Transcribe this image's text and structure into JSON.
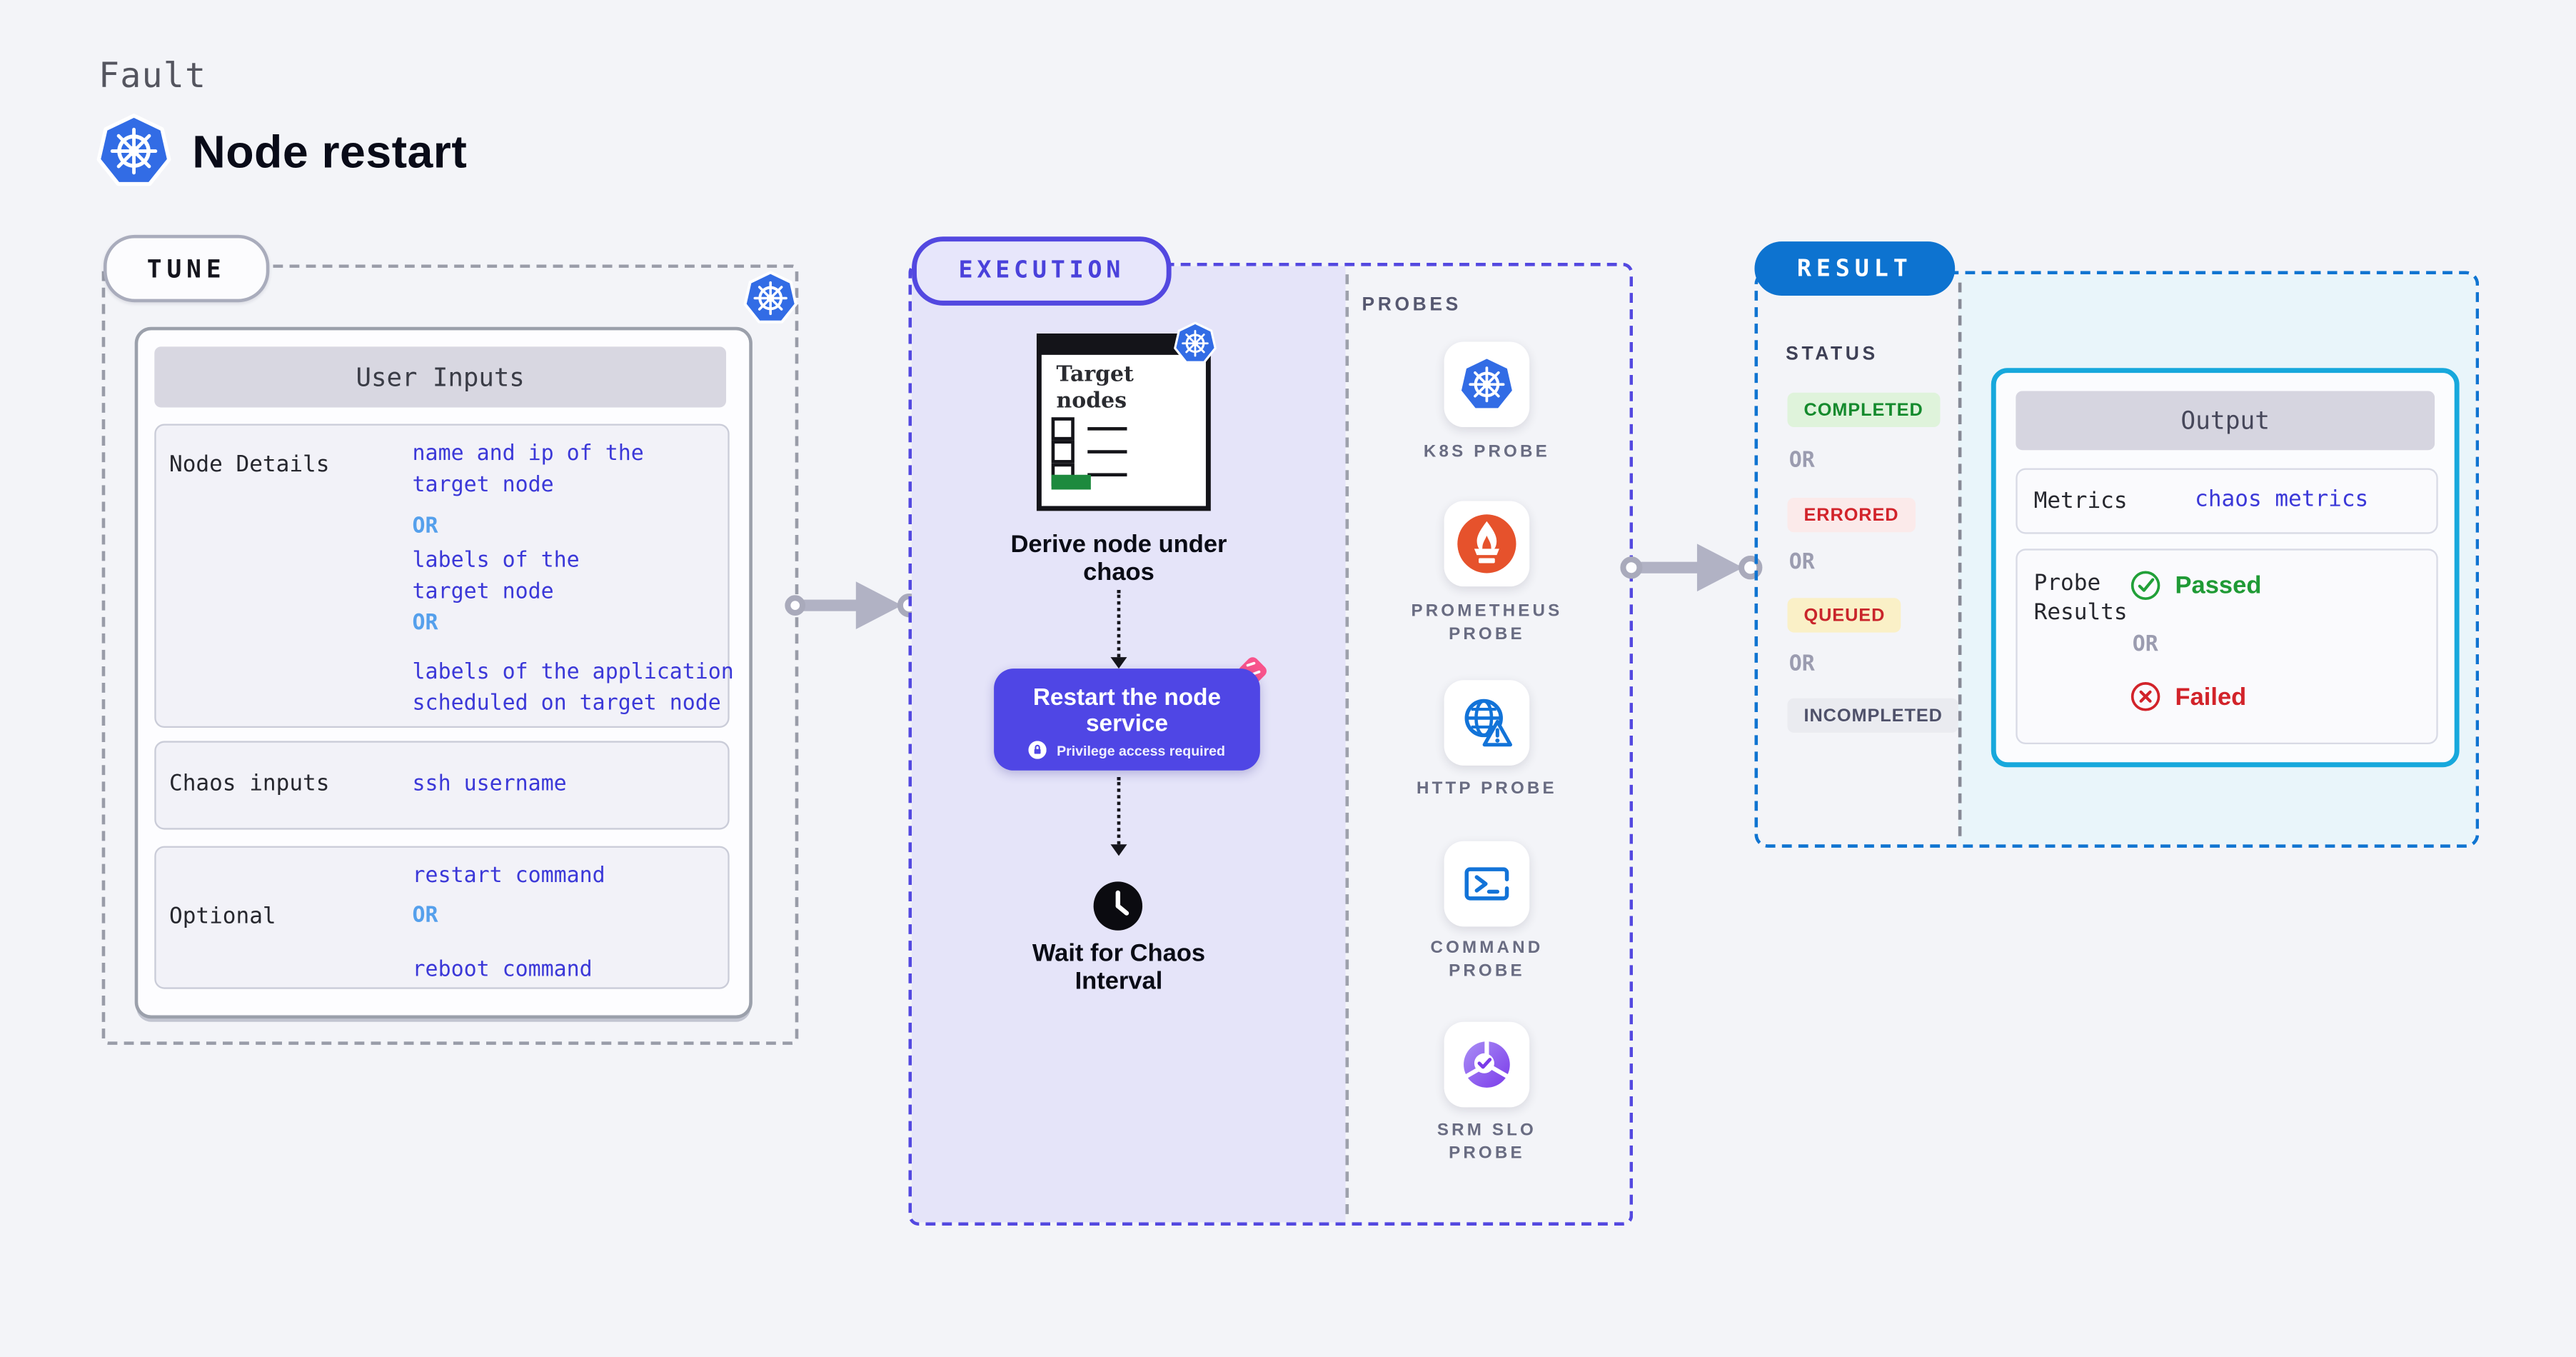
{
  "header": {
    "eyebrow": "Fault",
    "title": "Node restart"
  },
  "tune": {
    "label": "TUNE",
    "table_header": "User Inputs",
    "rows": [
      {
        "label": "Node Details",
        "values": [
          "name and ip of the\ntarget node",
          "OR",
          "labels of the\ntarget node",
          "OR",
          "labels of the application\nscheduled on target node"
        ]
      },
      {
        "label": "Chaos inputs",
        "values": [
          "ssh username"
        ]
      },
      {
        "label": "Optional",
        "values": [
          "restart command",
          "OR",
          "reboot command"
        ]
      }
    ]
  },
  "execution": {
    "label": "EXECUTION",
    "target_box_title": "Target\nnodes",
    "derive_step": "Derive node under\nchaos",
    "action_title": "Restart the node\nservice",
    "action_note": "Privilege access required",
    "wait_step": "Wait for Chaos\nInterval"
  },
  "probes": {
    "heading": "PROBES",
    "items": [
      {
        "label": "K8S PROBE",
        "icon": "kubernetes-icon"
      },
      {
        "label": "PROMETHEUS\nPROBE",
        "icon": "prometheus-icon"
      },
      {
        "label": "HTTP PROBE",
        "icon": "http-globe-warning-icon"
      },
      {
        "label": "COMMAND\nPROBE",
        "icon": "terminal-icon"
      },
      {
        "label": "SRM SLO\nPROBE",
        "icon": "srm-slo-icon"
      }
    ]
  },
  "result": {
    "label": "RESULT",
    "status": {
      "heading": "STATUS",
      "separator": "OR",
      "badges": [
        "COMPLETED",
        "ERRORED",
        "QUEUED",
        "INCOMPLETED"
      ]
    },
    "output": {
      "header": "Output",
      "metrics_label": "Metrics",
      "metrics_value": "chaos metrics",
      "probe_results_label": "Probe\nResults",
      "passed": "Passed",
      "or": "OR",
      "failed": "Failed"
    }
  },
  "colors": {
    "kubernetes_blue": "#326CE5",
    "action_indigo": "#4F46E5",
    "execution_border": "#5348E0",
    "result_blue": "#0D73D0",
    "output_border": "#17A8DC",
    "value_blue": "#3B38D8",
    "or_blue": "#55A0EC",
    "passed_green": "#1F9A35",
    "failed_red": "#D2232A",
    "queued_yellow_bg": "#FAF0C7",
    "completed_green_bg": "#DFF3DB",
    "prometheus_orange": "#E6522C",
    "chaos_pink": "#F8548C",
    "target_green_bar": "#1D8A3E"
  }
}
